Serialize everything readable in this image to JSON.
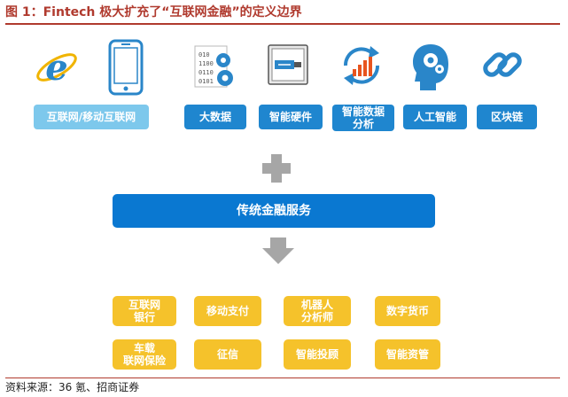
{
  "figure": {
    "title": "图 1：Fintech 极大扩充了“互联网金融”的定义边界",
    "source": "资料来源：36 氪、招商证券"
  },
  "top_row": [
    {
      "label": "互联网/移动互联网",
      "icons": [
        "internet-explorer-icon",
        "smartphone-icon"
      ]
    },
    {
      "label": "大数据",
      "icon": "data-gears-icon"
    },
    {
      "label": "智能硬件",
      "icon": "usb-device-icon"
    },
    {
      "label": "智能数据分析",
      "label_lines": [
        "智能数据",
        "分析"
      ],
      "icon": "analytics-cycle-icon"
    },
    {
      "label": "人工智能",
      "icon": "ai-head-icon"
    },
    {
      "label": "区块链",
      "icon": "chain-link-icon"
    }
  ],
  "center": {
    "label": "传统金融服务"
  },
  "bottom_grid": [
    {
      "label_lines": [
        "互联网",
        "银行"
      ]
    },
    {
      "label_lines": [
        "移动支付"
      ]
    },
    {
      "label_lines": [
        "机器人",
        "分析师"
      ]
    },
    {
      "label_lines": [
        "数字货币"
      ]
    },
    {
      "label_lines": [
        "车载",
        "联网保险"
      ]
    },
    {
      "label_lines": [
        "征信"
      ]
    },
    {
      "label_lines": [
        "智能投顾"
      ]
    },
    {
      "label_lines": [
        "智能资管"
      ]
    }
  ],
  "colors": {
    "accent_red": "#b03a2e",
    "icon_blue": "#2a86c9",
    "light_blue": "#7dc8ec",
    "mid_blue": "#1f86cf",
    "main_blue": "#0a78d1",
    "yellow": "#f5c22b",
    "gray": "#a6a6a6"
  }
}
